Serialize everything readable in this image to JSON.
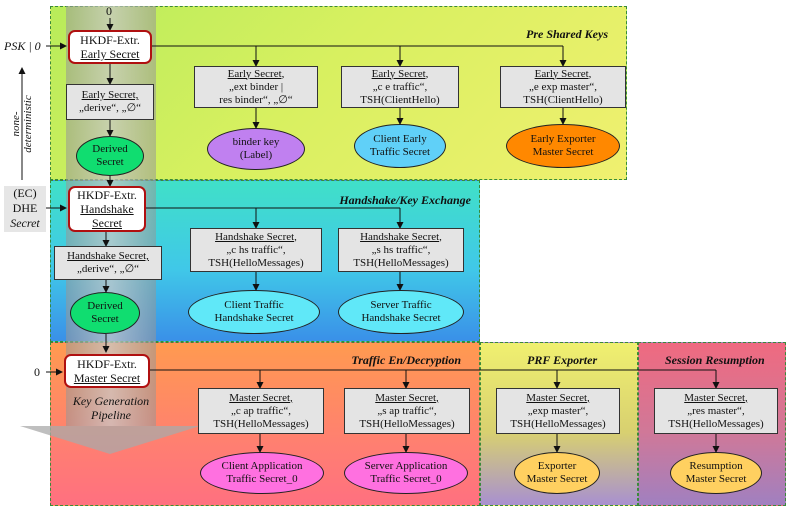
{
  "regions": {
    "psk_title": "Pre Shared Keys",
    "handshake_title": "Handshake/Key Exchange",
    "traffic_title": "Traffic En/Decryption",
    "prf_title": "PRF Exporter",
    "resumption_title": "Session Resumption"
  },
  "inputs": {
    "zero_top": "0",
    "psk": "PSK | 0",
    "ec_dhe_line1": "(EC)",
    "ec_dhe_line2": "DHE",
    "ec_dhe_line3": "Secret",
    "zero_master": "0",
    "nondet_line1": "none-",
    "nondet_line2": "deterministic"
  },
  "pipeline": {
    "label_line1": "Key Generation",
    "label_line2": "Pipeline"
  },
  "hkdf": {
    "early": {
      "line1": "HKDF-Extr.",
      "line2": "Early Secret"
    },
    "handshake": {
      "line1": "HKDF-Extr.",
      "line2": "Handshake",
      "line3": "Secret"
    },
    "master": {
      "line1": "HKDF-Extr.",
      "line2": "Master Secret"
    }
  },
  "derive_boxes": {
    "early": {
      "line1": "Early Secret,",
      "line2": "„derive“, „∅“"
    },
    "handshake": {
      "line1": "Handshake Secret,",
      "line2": "„derive“, „∅“"
    }
  },
  "derived": {
    "early": {
      "line1": "Derived",
      "line2": "Secret"
    },
    "handshake": {
      "line1": "Derived",
      "line2": "Secret"
    }
  },
  "psk_boxes": [
    {
      "line1": "Early Secret,",
      "line2": "„ext binder |",
      "line3": "res binder“, „∅“"
    },
    {
      "line1": "Early Secret,",
      "line2": "„c e traffic“,",
      "line3": "TSH(ClientHello)"
    },
    {
      "line1": "Early Secret,",
      "line2": "„e exp master“,",
      "line3": "TSH(ClientHello)"
    }
  ],
  "psk_outputs": [
    {
      "line1": "binder key",
      "line2": "(Label)"
    },
    {
      "line1": "Client Early",
      "line2": "Traffic Secret"
    },
    {
      "line1": "Early Exporter",
      "line2": "Master Secret"
    }
  ],
  "hs_boxes": [
    {
      "line1": "Handshake Secret,",
      "line2": "„c hs traffic“,",
      "line3": "TSH(HelloMessages)"
    },
    {
      "line1": "Handshake Secret,",
      "line2": "„s hs traffic“,",
      "line3": "TSH(HelloMessages)"
    }
  ],
  "hs_outputs": [
    {
      "line1": "Client Traffic",
      "line2": "Handshake Secret"
    },
    {
      "line1": "Server Traffic",
      "line2": "Handshake Secret"
    }
  ],
  "app_boxes": [
    {
      "line1": "Master Secret,",
      "line2": "„c ap traffic“,",
      "line3": "TSH(HelloMessages)"
    },
    {
      "line1": "Master Secret,",
      "line2": "„s ap traffic“,",
      "line3": "TSH(HelloMessages)"
    },
    {
      "line1": "Master Secret,",
      "line2": "„exp master“,",
      "line3": "TSH(HelloMessages)"
    },
    {
      "line1": "Master Secret,",
      "line2": "„res master“,",
      "line3": "TSH(HelloMessages)"
    }
  ],
  "app_outputs": [
    {
      "line1": "Client Application",
      "line2": "Traffic Secret_0"
    },
    {
      "line1": "Server Application",
      "line2": "Traffic Secret_0"
    },
    {
      "line1": "Exporter",
      "line2": "Master Secret"
    },
    {
      "line1": "Resumption",
      "line2": "Master Secret"
    }
  ],
  "colors": {
    "psk_region": "#d8f060",
    "handshake_region": "#40c8e0",
    "traffic_region": "#ff9060",
    "prf_region": "#e8e070",
    "resumption_region": "#e87090",
    "hkdf_border": "#b01010",
    "derived_fill": "#10dd70",
    "binder_fill": "#c080f0",
    "client_early_fill": "#60d0f8",
    "early_exporter_fill": "#ff8800",
    "hs_output_fill": "#60e8f8",
    "app_output_fill": "#ff70e0",
    "exporter_fill": "#ffd060"
  }
}
